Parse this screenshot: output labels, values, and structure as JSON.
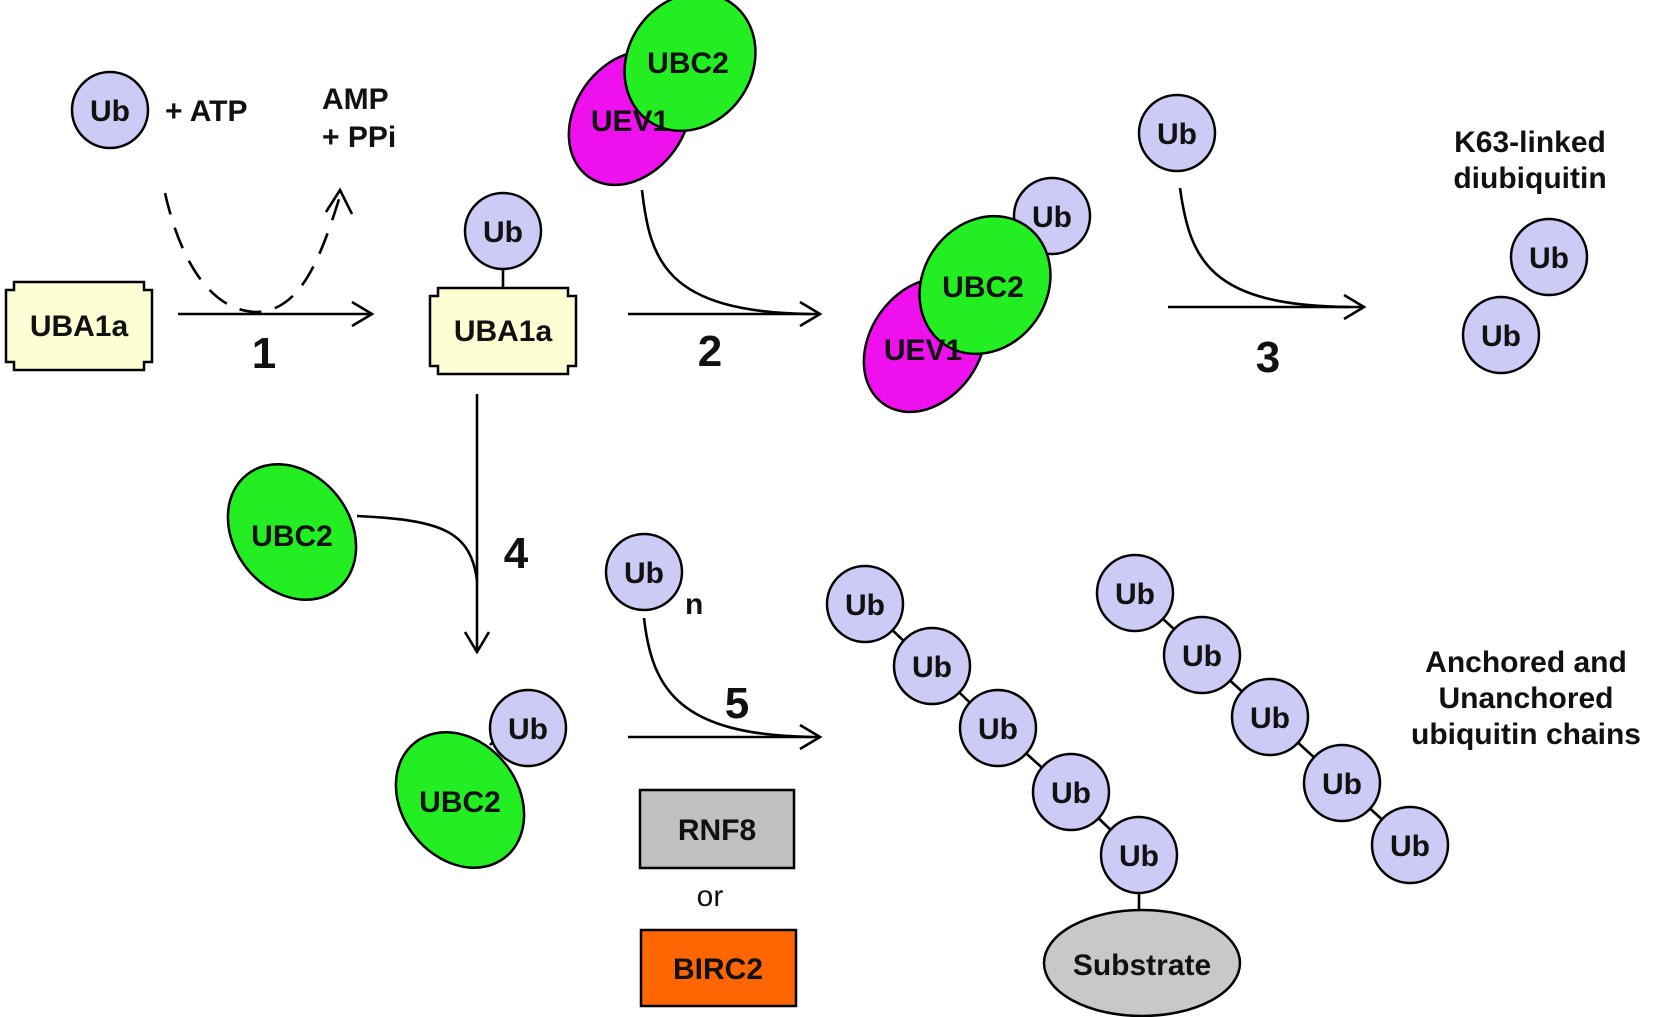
{
  "colors": {
    "ub_fill": "#cccbf5",
    "ubc2_fill": "#22ee22",
    "uev1_fill": "#ee11ee",
    "uba1a_fill": "#fefed4",
    "rnf8_fill": "#c0c0c0",
    "birc2_fill": "#ff6600",
    "substrate_fill": "#c8c8c8"
  },
  "labels": {
    "ub": "Ub",
    "atp": "+ ATP",
    "amp": "AMP",
    "ppi": "+ PPi",
    "uba1a": "UBA1a",
    "ubc2": "UBC2",
    "uev1": "UEV1",
    "k63_line1": "K63-linked",
    "k63_line2": "diubiquitin",
    "n": "n",
    "rnf8": "RNF8",
    "or": "or",
    "birc2": "BIRC2",
    "substrate": "Substrate",
    "chains_line1": "Anchored and",
    "chains_line2": "Unanchored",
    "chains_line3": "ubiquitin chains"
  },
  "steps": {
    "s1": "1",
    "s2": "2",
    "s3": "3",
    "s4": "4",
    "s5": "5"
  }
}
